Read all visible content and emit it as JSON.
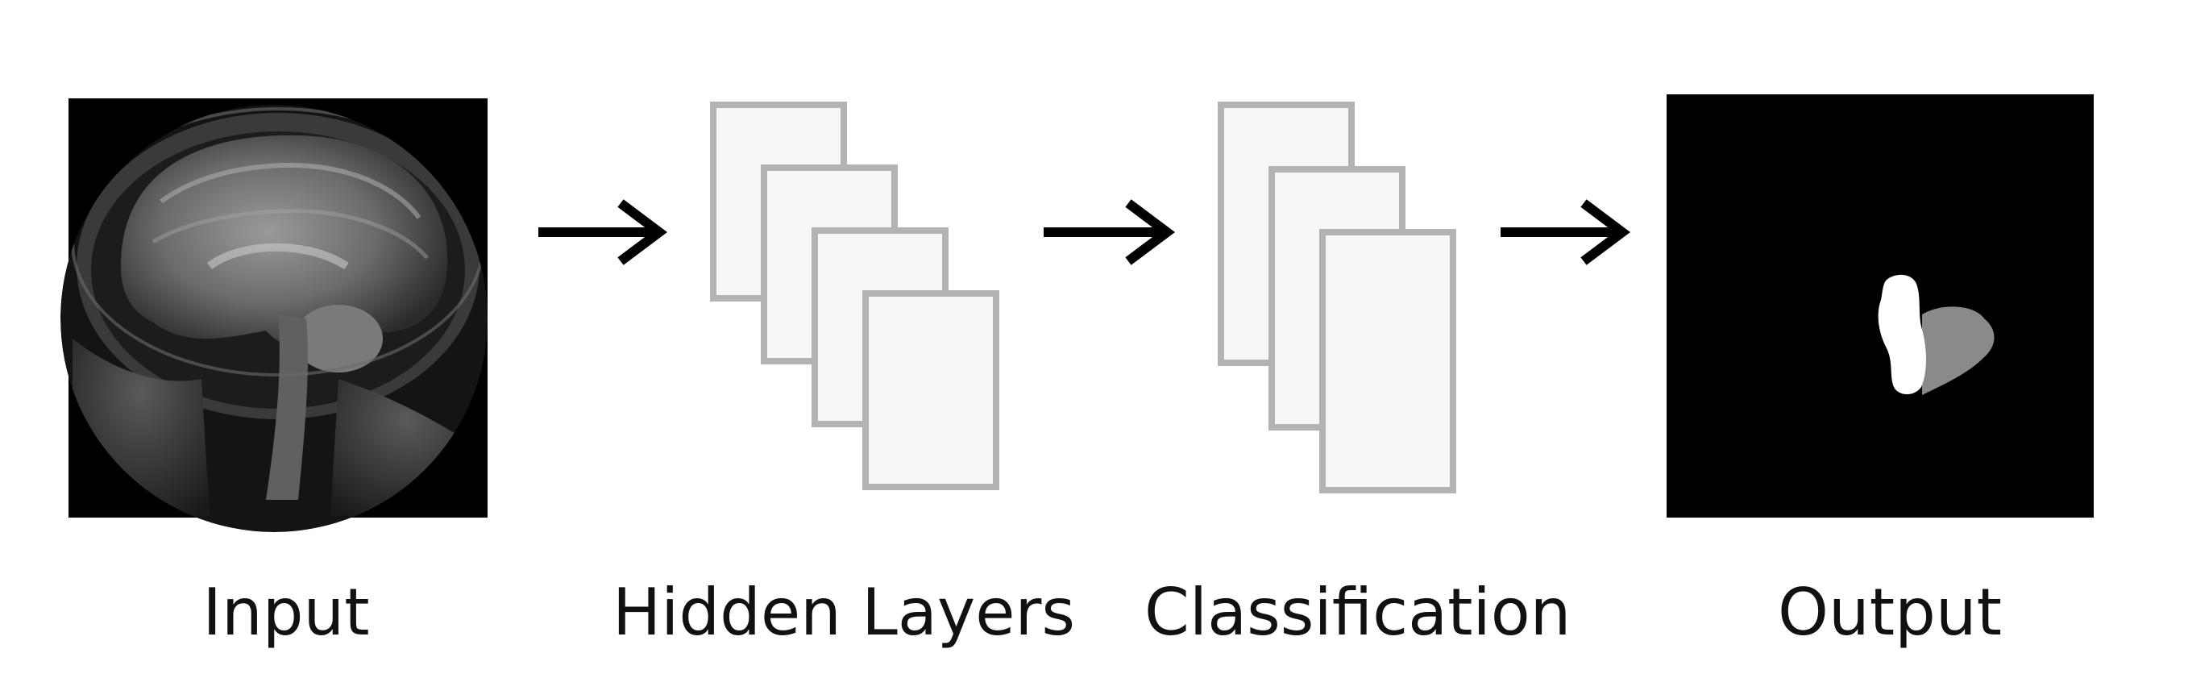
{
  "stages": [
    {
      "id": "input",
      "label": "Input",
      "visual": "brain-mri-scan"
    },
    {
      "id": "hidden",
      "label": "Hidden Layers",
      "visual": "stacked-layers",
      "layer_count": 4
    },
    {
      "id": "classification",
      "label": "Classification",
      "visual": "stacked-layers",
      "layer_count": 3
    },
    {
      "id": "output",
      "label": "Output",
      "visual": "segmentation-mask"
    }
  ],
  "connectors": [
    "arrow-right",
    "arrow-right",
    "arrow-right"
  ],
  "colors": {
    "background": "#ffffff",
    "layer_fill": "#f7f7f7",
    "layer_stroke": "#b3b3b3",
    "arrow": "#000000",
    "text": "#111111",
    "mask_white": "#ffffff",
    "mask_gray": "#8a8a8a"
  }
}
